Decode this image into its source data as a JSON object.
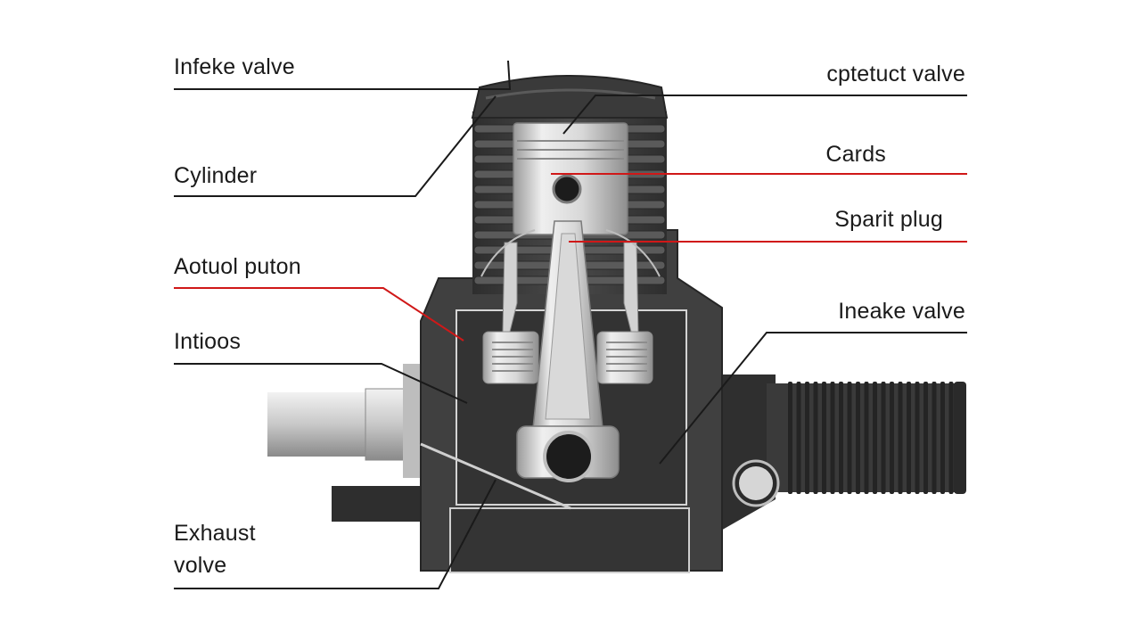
{
  "diagram": {
    "labels_left": [
      {
        "id": "l1",
        "text": "Infeke valve"
      },
      {
        "id": "l2",
        "text": "Cylinder"
      },
      {
        "id": "l3",
        "text": "Aotuol puton"
      },
      {
        "id": "l4",
        "text": "Intioos"
      },
      {
        "id": "l5",
        "text": "Exhaust\nvolve"
      }
    ],
    "labels_right": [
      {
        "id": "r1",
        "text": "cptetuct valve"
      },
      {
        "id": "r2",
        "text": "Cards"
      },
      {
        "id": "r3",
        "text": "Sparit plug"
      },
      {
        "id": "r4",
        "text": "Ineake valve"
      }
    ],
    "colors": {
      "leader_black": "#1a1a1a",
      "leader_red": "#d01818",
      "engine_dark": "#3f3f3f",
      "engine_darker": "#2a2a2a",
      "metal_light": "#e6e6e6",
      "metal_mid": "#b9b9b9"
    }
  }
}
